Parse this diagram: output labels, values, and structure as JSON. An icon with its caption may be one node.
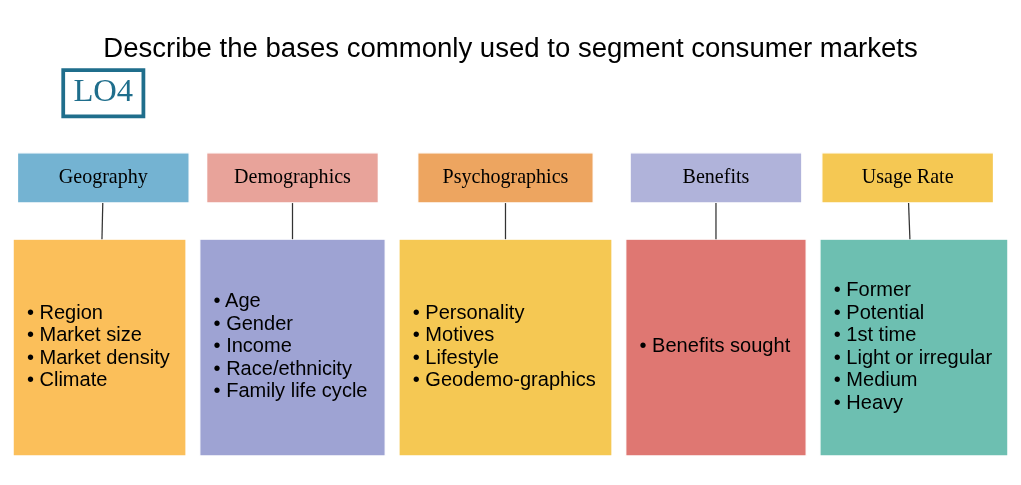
{
  "diagram": {
    "title": "Describe the bases commonly used to segment consumer markets",
    "nodes": [
      {
        "text": [
          "Geography"
        ]
      },
      {
        "text": [
          "Demographics"
        ]
      },
      {
        "text": [
          "Psychographics"
        ]
      },
      {
        "text": [
          "Benefits"
        ]
      },
      {
        "text": [
          "Usage Rate"
        ]
      },
      {
        "text": [
          "• Region",
          "• Market size",
          "• Market density",
          "• Climate"
        ]
      },
      {
        "text": [
          "• Age",
          "• Gender",
          "• Income",
          "• Race/ethnicity",
          "• Family life cycle"
        ]
      },
      {
        "text": [
          "• Personality",
          "• Motives",
          "• Lifestyle",
          "• Geodemo-graphics"
        ]
      },
      {
        "text": [
          "• Benefits sought"
        ]
      },
      {
        "text": [
          "• Former",
          "• Potential",
          "• 1st time",
          "• Light or irregular",
          "• Medium",
          "• Heavy"
        ]
      }
    ],
    "edges": [
      {
        "from": 0,
        "to": 5,
        "arrow": "none"
      },
      {
        "from": 1,
        "to": 6,
        "arrow": "none"
      },
      {
        "from": 2,
        "to": 7,
        "arrow": "none"
      },
      {
        "from": 3,
        "to": 8,
        "arrow": "none"
      },
      {
        "from": 4,
        "to": 9,
        "arrow": "none"
      }
    ],
    "labels": [
      "LO4"
    ]
  }
}
